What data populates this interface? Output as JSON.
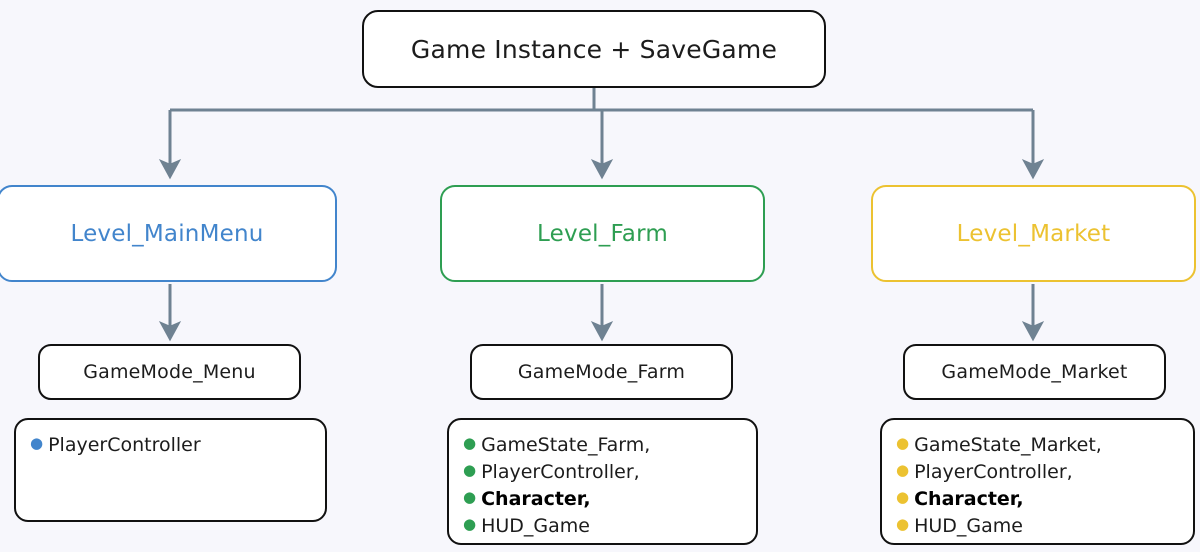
{
  "diagram": {
    "type": "hierarchy-tree",
    "background_color": "#f7f7fc",
    "connector_color": "#6f8292",
    "root": {
      "label": "Game Instance  +  SaveGame",
      "border_color": "#111111"
    },
    "branches": [
      {
        "key": "menu",
        "accent_color": "#4285cc",
        "level": {
          "label": "Level_MainMenu"
        },
        "gamemode": {
          "label": "GameMode_Menu"
        },
        "list": {
          "bullet_icon": "bullet-dot-icon",
          "items": [
            {
              "text": "PlayerController",
              "emphasis": false
            }
          ]
        }
      },
      {
        "key": "farm",
        "accent_color": "#2e9e52",
        "level": {
          "label": "Level_Farm"
        },
        "gamemode": {
          "label": "GameMode_Farm"
        },
        "list": {
          "bullet_icon": "bullet-dot-icon",
          "items": [
            {
              "text": "GameState_Farm,",
              "emphasis": false
            },
            {
              "text": "PlayerController,",
              "emphasis": false
            },
            {
              "text": "Character,",
              "emphasis": true
            },
            {
              "text": "HUD_Game",
              "emphasis": false
            }
          ]
        }
      },
      {
        "key": "market",
        "accent_color": "#ecc231",
        "level": {
          "label": "Level_Market"
        },
        "gamemode": {
          "label": "GameMode_Market"
        },
        "list": {
          "bullet_icon": "bullet-dot-icon",
          "items": [
            {
              "text": "GameState_Market,",
              "emphasis": false
            },
            {
              "text": "PlayerController,",
              "emphasis": false
            },
            {
              "text": "Character,",
              "emphasis": true
            },
            {
              "text": "HUD_Game",
              "emphasis": false
            }
          ]
        }
      }
    ]
  }
}
